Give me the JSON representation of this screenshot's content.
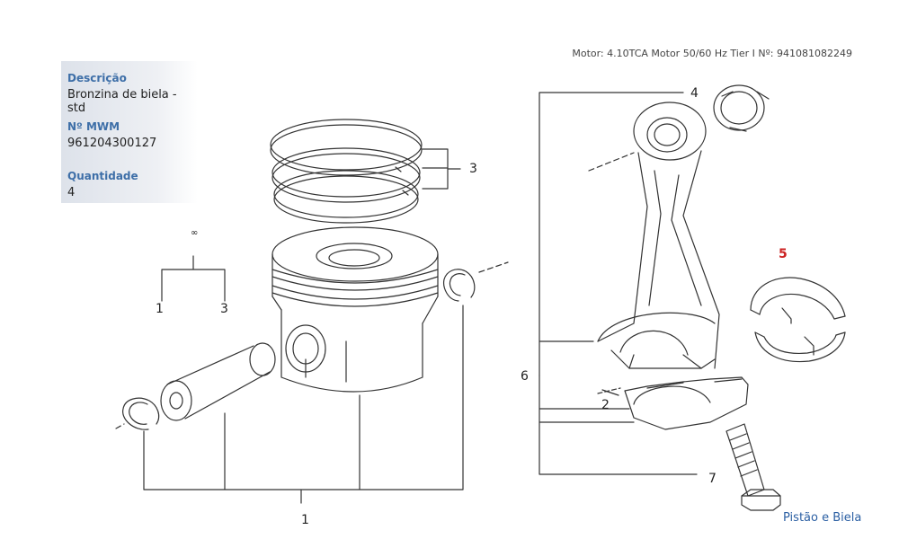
{
  "header": {
    "engine_info": "Motor: 4.10TCA Motor 50/60 Hz Tier I   Nº: 941081082249"
  },
  "info_panel": {
    "description_label": "Descrição",
    "description_value": "Bronzina de biela - std",
    "part_number_label": "Nº MWM",
    "part_number_value": "961204300127",
    "quantity_label": "Quantidade",
    "quantity_value": "4"
  },
  "callouts": {
    "c1_bottom": "1",
    "c1_small": "1",
    "c2": "2",
    "c3_rings": "3",
    "c3_small": "3",
    "c4": "4",
    "c5": "5",
    "c6": "6",
    "c7": "7"
  },
  "footer": {
    "link_label": "Pistão e Biela"
  },
  "colors": {
    "line": "#333333",
    "highlight": "#cc2222",
    "panel_label": "#3e6fa8",
    "link": "#2b5fa3"
  }
}
